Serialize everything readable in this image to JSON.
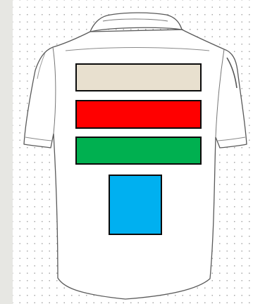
{
  "canvas": {
    "background": "#ffffff",
    "grid_dot_color": "#a9a9a9",
    "outer_background": "#e7e7e3"
  },
  "shirt": {
    "view": "back",
    "fill": "#ffffff",
    "outline": "#555555"
  },
  "swatches": [
    {
      "id": "stripe-beige",
      "shape": "stripe",
      "color": "#e8e0cf"
    },
    {
      "id": "stripe-red",
      "shape": "stripe",
      "color": "#ff0000"
    },
    {
      "id": "stripe-green",
      "shape": "stripe",
      "color": "#00b050"
    },
    {
      "id": "block-blue",
      "shape": "rectangle",
      "color": "#00b0f0"
    }
  ]
}
